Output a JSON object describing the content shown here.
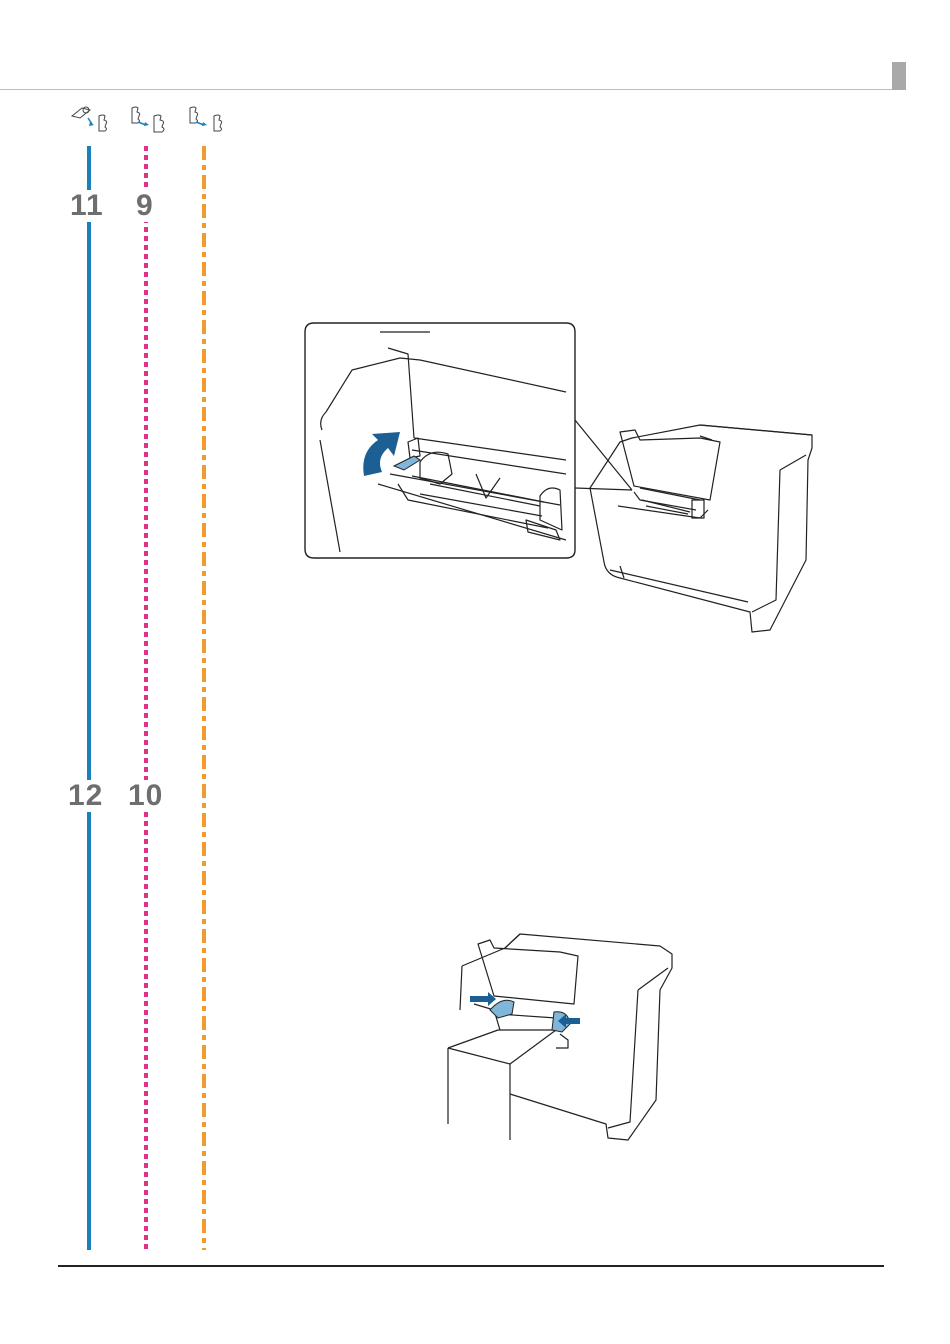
{
  "steps": {
    "roll": [
      "11",
      "12"
    ],
    "fanfold": [
      "9",
      "10"
    ]
  },
  "colors": {
    "roll_line": "#1a80bd",
    "fanfold_line": "#e0318a",
    "cutsheet_line": "#f29a2e",
    "arrow_blue": "#1c5f95",
    "guide_blue": "#7fb6d9"
  },
  "icons": [
    "roll-paper-icon",
    "fanfold-paper-icon",
    "cut-sheet-icon"
  ]
}
